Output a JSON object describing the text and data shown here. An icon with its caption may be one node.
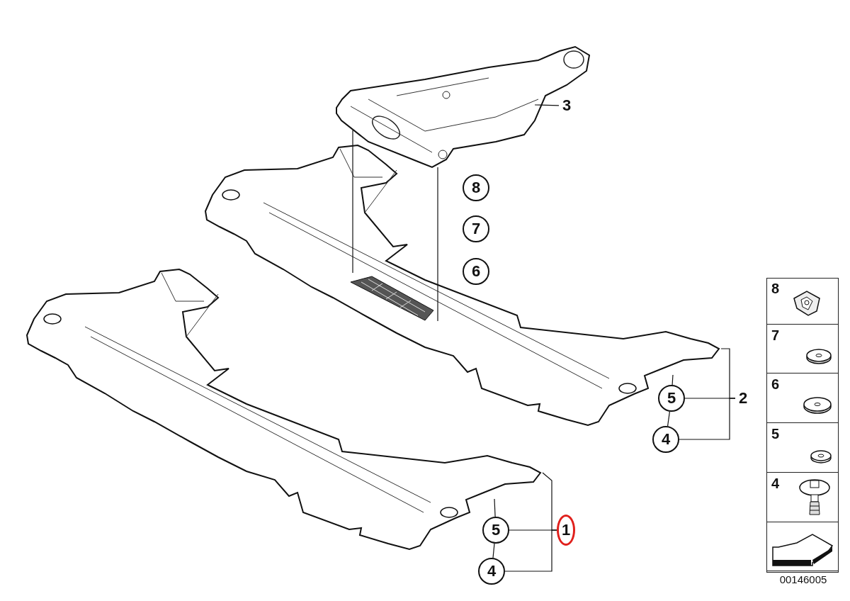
{
  "diagram": {
    "nodes": [
      {
        "text": [],
        "shape": "picture"
      },
      {
        "text": [],
        "shape": "picture"
      },
      {
        "text": [],
        "shape": "picture"
      },
      {
        "text": [
          "3"
        ]
      },
      {
        "text": [
          "8"
        ]
      },
      {
        "text": [
          "7"
        ]
      },
      {
        "text": [
          "6"
        ]
      },
      {
        "text": [
          "5"
        ]
      },
      {
        "text": [
          "4"
        ]
      },
      {
        "text": [
          "2"
        ]
      },
      {
        "text": [
          "5"
        ]
      },
      {
        "text": [
          "4"
        ]
      },
      {
        "text": [
          "1"
        ]
      },
      {
        "text": [
          "8"
        ]
      },
      {
        "text": [
          "7"
        ]
      },
      {
        "text": [
          "6"
        ]
      },
      {
        "text": [
          "5"
        ]
      },
      {
        "text": [
          "4"
        ]
      },
      {
        "text": [],
        "shape": "box"
      }
    ],
    "edges": [
      {
        "from": 3,
        "to": 0,
        "arrow": "none"
      },
      {
        "from": 0,
        "to": 1,
        "arrow": "none"
      },
      {
        "from": 0,
        "to": 1,
        "arrow": "none"
      },
      {
        "from": 7,
        "to": 1,
        "arrow": "none"
      },
      {
        "from": 8,
        "to": 7,
        "arrow": "none"
      },
      {
        "from": 9,
        "to": 1,
        "arrow": "none"
      },
      {
        "from": 9,
        "to": 7,
        "arrow": "none"
      },
      {
        "from": 9,
        "to": 8,
        "arrow": "none"
      },
      {
        "from": 10,
        "to": 2,
        "arrow": "none"
      },
      {
        "from": 11,
        "to": 10,
        "arrow": "none"
      },
      {
        "from": 12,
        "to": 2,
        "arrow": "none"
      },
      {
        "from": 12,
        "to": 10,
        "arrow": "none"
      },
      {
        "from": 12,
        "to": 11,
        "arrow": "none"
      }
    ],
    "labels": [
      "00146005"
    ]
  }
}
